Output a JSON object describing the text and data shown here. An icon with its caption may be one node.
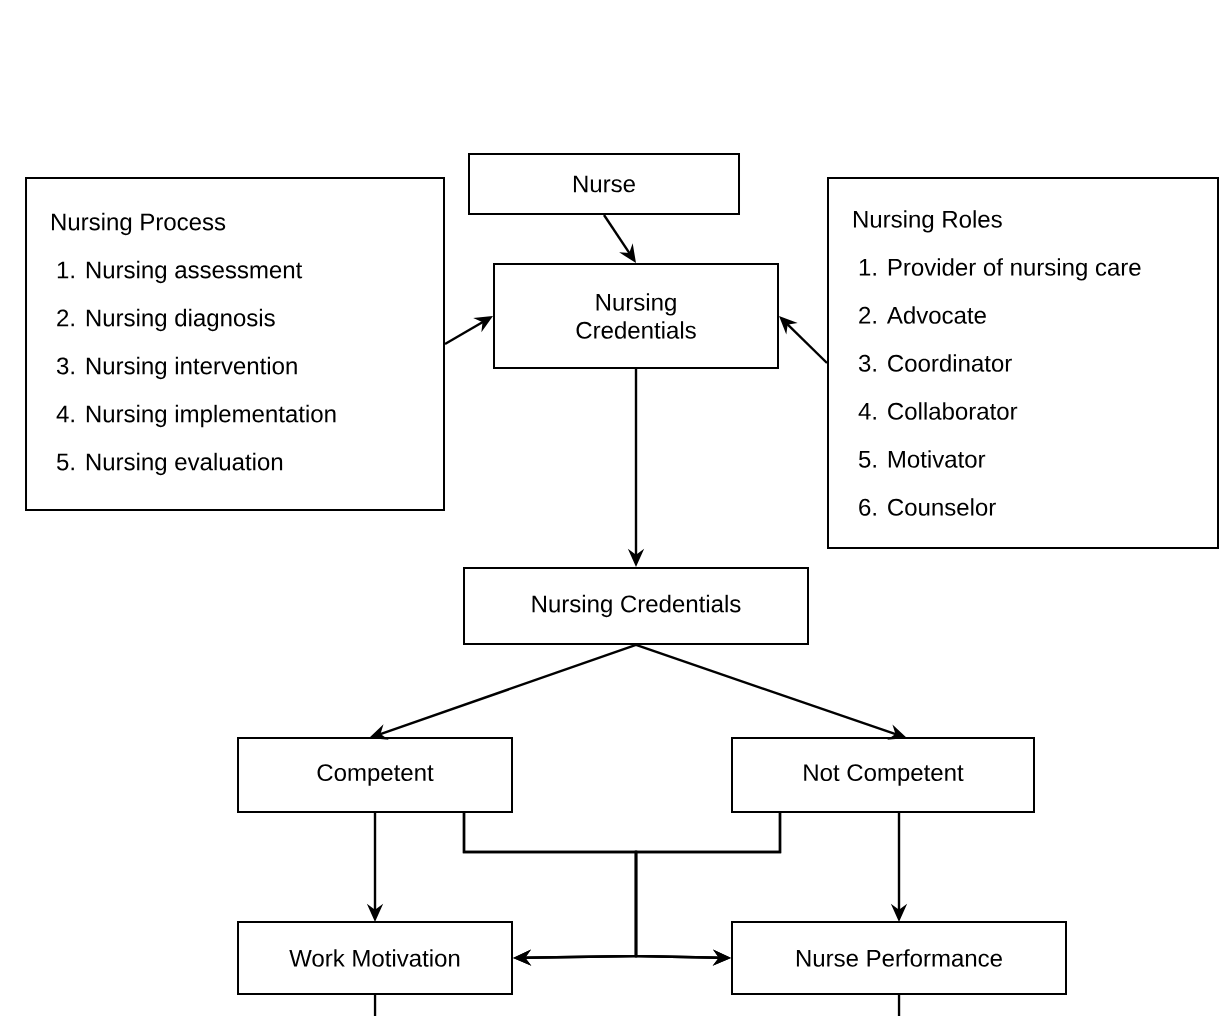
{
  "diagram": {
    "nodes": [
      {
        "text": [
          "Nurse"
        ]
      },
      {
        "text": [
          "Nursing Process",
          "1. Nursing assessment",
          "2. Nursing diagnosis",
          "3. Nursing intervention",
          "4. Nursing implementation",
          "5. Nursing evaluation"
        ]
      },
      {
        "text": [
          "Nursing Credentials"
        ]
      },
      {
        "text": [
          "Nursing Roles",
          "1. Provider of nursing care",
          "2. Advocate",
          "3. Coordinator",
          "4. Collaborator",
          "5. Motivator",
          "6. Counselor"
        ]
      },
      {
        "text": [
          "Nursing Credentials"
        ]
      },
      {
        "text": [
          "Competent"
        ]
      },
      {
        "text": [
          "Not Competent"
        ]
      },
      {
        "text": [
          "Work Motivation"
        ]
      },
      {
        "text": [
          "Nurse Performance"
        ]
      }
    ],
    "edges": [
      {
        "from": 0,
        "to": 2,
        "arrow": "to"
      },
      {
        "from": 1,
        "to": 2,
        "arrow": "to"
      },
      {
        "from": 3,
        "to": 2,
        "arrow": "to"
      },
      {
        "from": 2,
        "to": 4,
        "arrow": "to"
      },
      {
        "from": 4,
        "to": 5,
        "arrow": "to"
      },
      {
        "from": 4,
        "to": 6,
        "arrow": "to"
      },
      {
        "from": 5,
        "to": 7,
        "arrow": "to"
      },
      {
        "from": 6,
        "to": 8,
        "arrow": "to"
      },
      {
        "from": 5,
        "to": 7,
        "arrow": "to"
      },
      {
        "from": 5,
        "to": 8,
        "arrow": "to"
      },
      {
        "from": 6,
        "to": 7,
        "arrow": "to"
      },
      {
        "from": 6,
        "to": 8,
        "arrow": "to"
      },
      {
        "from": 7,
        "to": null,
        "arrow": "none"
      },
      {
        "from": 8,
        "to": null,
        "arrow": "none"
      }
    ]
  }
}
